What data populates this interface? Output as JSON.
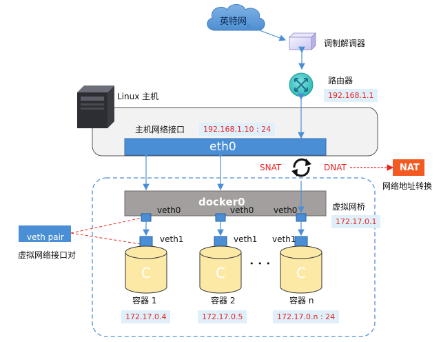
{
  "internet": {
    "label": "英特网"
  },
  "modem": {
    "label": "调制解调器"
  },
  "router": {
    "label": "路由器",
    "ip": "192.168.1.1"
  },
  "linux_host": {
    "label": "Linux 主机",
    "nic_label": "主机网络接口",
    "nic_ip": "192.168.1.10 : 24",
    "eth_label": "eth0"
  },
  "nat": {
    "snat": "SNAT",
    "dnat": "DNAT",
    "box_label": "NAT",
    "caption": "网络地址转换"
  },
  "bridge": {
    "label": "docker0",
    "caption": "虚拟网桥",
    "ip": "172.17.0.1"
  },
  "veth_pair": {
    "tag": "veth pair",
    "caption": "虚拟网络接口对"
  },
  "containers": [
    {
      "veth0": "veth0",
      "veth1": "veth1",
      "glyph": "C",
      "name": "容器 1",
      "ip": "172.17.0.4"
    },
    {
      "veth0": "veth0",
      "veth1": "veth1",
      "glyph": "C",
      "name": "容器 2",
      "ip": "172.17.0.5"
    },
    {
      "veth0": "veth0",
      "veth1": "veth1",
      "glyph": "C",
      "name": "容器 n",
      "ip": "172.17.0.n : 24"
    }
  ],
  "ellipsis": "• • •",
  "colors": {
    "blue": "#4a8fd6",
    "cloud": "#5b9bd5",
    "router": "#3cc6c4",
    "nat": "#f25a22",
    "red_text": "#e8231f",
    "cylinder": "#fde9a6",
    "bridge": "#a39f9e",
    "host_box": "#f2f2f2"
  }
}
